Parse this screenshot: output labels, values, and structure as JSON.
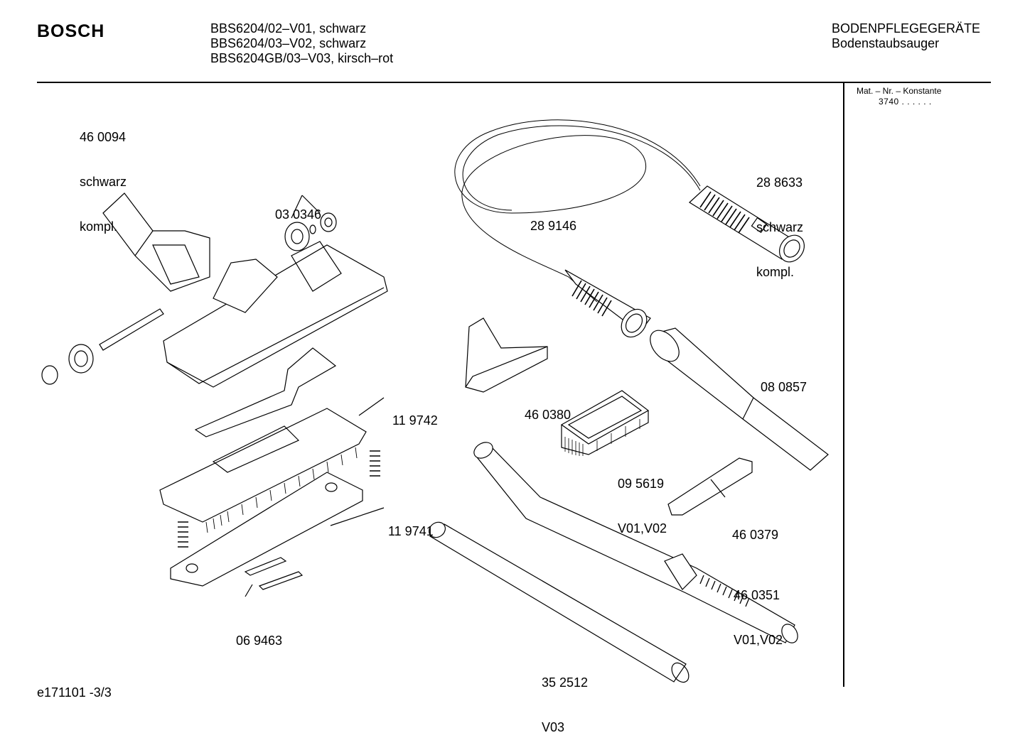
{
  "header": {
    "brand": "BOSCH",
    "models": [
      "BBS6204/02–V01, schwarz",
      "BBS6204/03–V02, schwarz",
      "BBS6204GB/03–V03, kirsch–rot"
    ],
    "category_line1": "BODENPFLEGEGERÄTE",
    "category_line2": "Bodenstaubsauger"
  },
  "sidebar": {
    "title": "Mat. – Nr. – Konstante",
    "value": "3740  .  .   .  .  .  ."
  },
  "parts": [
    {
      "id": "460094",
      "lines": [
        "46 0094",
        "schwarz",
        "kompl."
      ]
    },
    {
      "id": "030346",
      "lines": [
        "03 0346"
      ]
    },
    {
      "id": "289146",
      "lines": [
        "28 9146"
      ]
    },
    {
      "id": "288633",
      "lines": [
        "28 8633",
        "schwarz",
        "kompl."
      ]
    },
    {
      "id": "080857",
      "lines": [
        "08 0857"
      ]
    },
    {
      "id": "460380",
      "lines": [
        "46 0380"
      ]
    },
    {
      "id": "119742",
      "lines": [
        "11 9742"
      ]
    },
    {
      "id": "095619",
      "lines": [
        "09 5619",
        "V01,V02"
      ]
    },
    {
      "id": "119741",
      "lines": [
        "11 9741"
      ]
    },
    {
      "id": "460379",
      "lines": [
        "46 0379"
      ]
    },
    {
      "id": "460351",
      "lines": [
        "46 0351",
        "V01,V02"
      ]
    },
    {
      "id": "069463",
      "lines": [
        "06 9463"
      ]
    },
    {
      "id": "352512",
      "lines": [
        "35 2512",
        "V03"
      ]
    }
  ],
  "footer": {
    "doc_code": "e171101 -3/3"
  }
}
